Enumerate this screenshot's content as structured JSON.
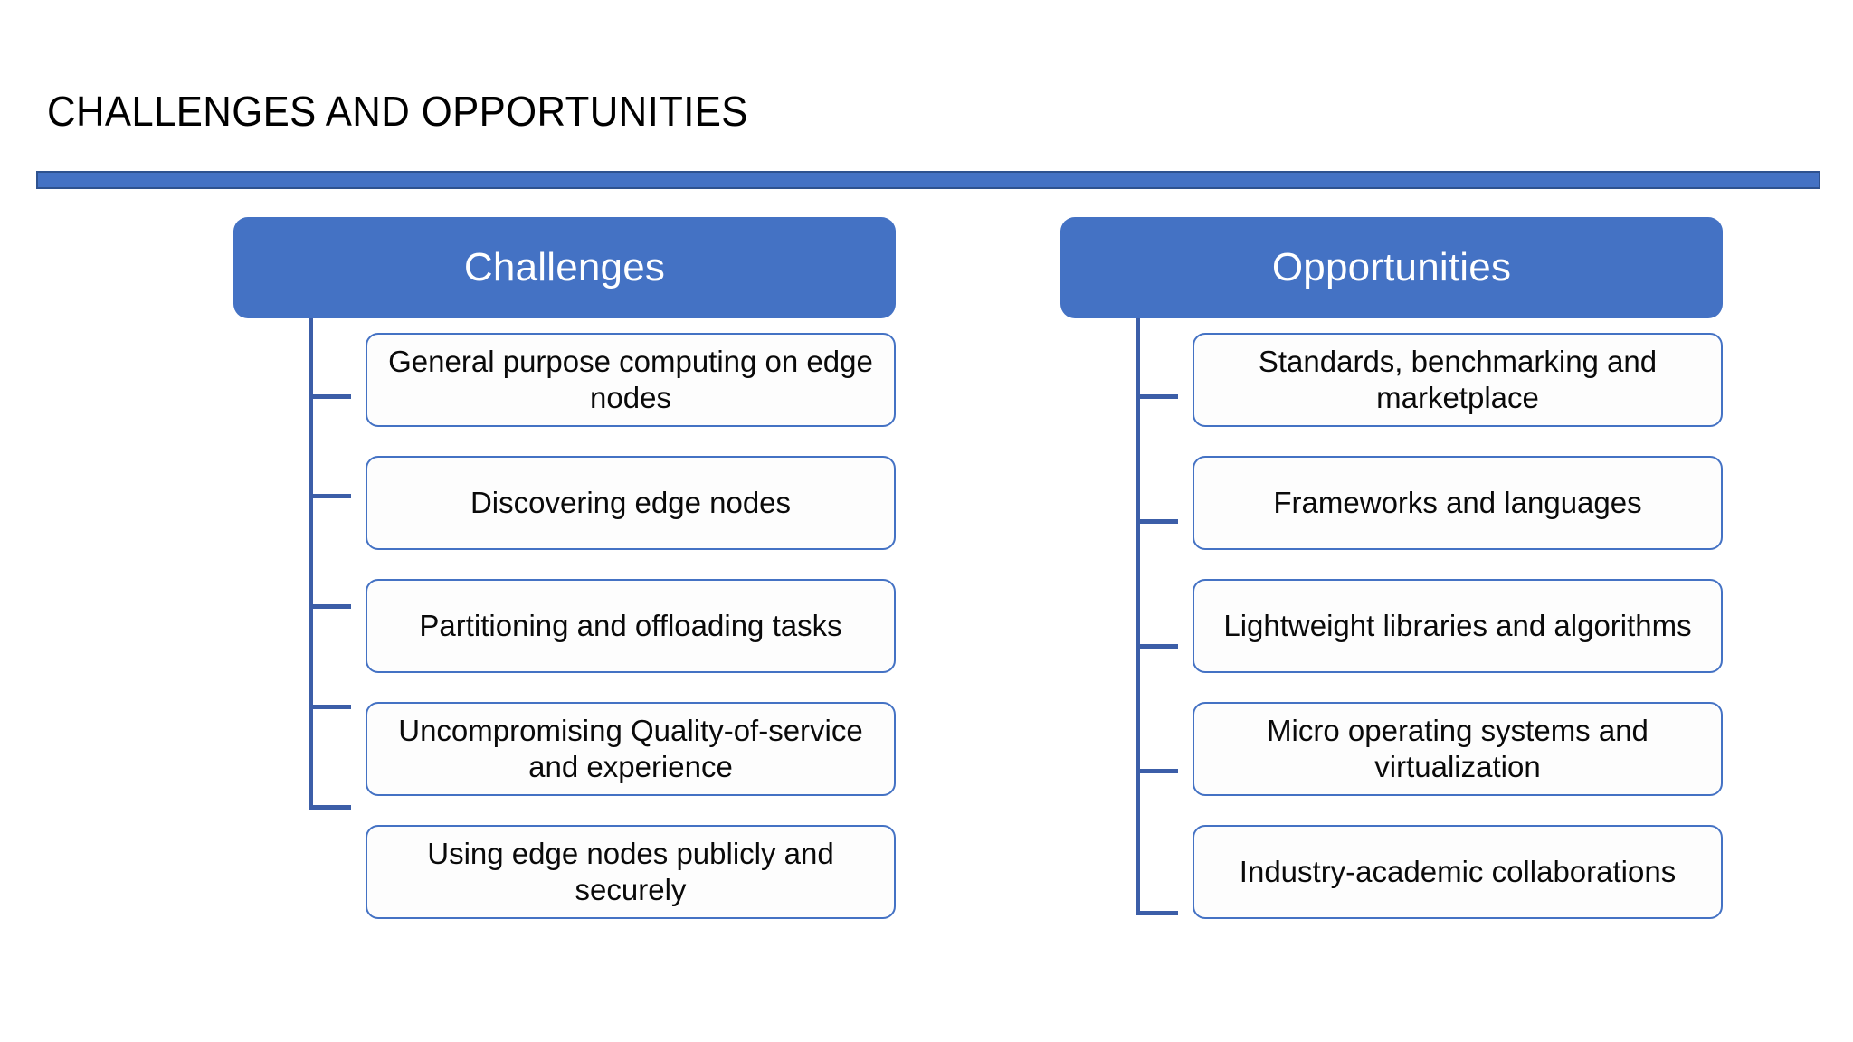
{
  "slide": {
    "title": "CHALLENGES AND OPPORTUNITIES",
    "accent_color": "#4472C4",
    "accent_border_color": "#2E528F",
    "connector_color": "#3C5EA8",
    "box_border_color": "#4472C4",
    "background_color": "#FFFFFF",
    "title_color": "#000000",
    "header_text_color": "#FFFFFF",
    "body_text_color": "#0A0A0A"
  },
  "columns": [
    {
      "id": "challenges",
      "header": "Challenges",
      "items": [
        {
          "label": "General purpose computing on edge nodes"
        },
        {
          "label": "Discovering edge nodes"
        },
        {
          "label": "Partitioning and offloading tasks"
        },
        {
          "label": "Uncompromising Quality-of-service and experience"
        },
        {
          "label": "Using edge nodes publicly and securely"
        }
      ]
    },
    {
      "id": "opportunities",
      "header": "Opportunities",
      "items": [
        {
          "label": "Standards, benchmarking and marketplace"
        },
        {
          "label": "Frameworks and languages"
        },
        {
          "label": "Lightweight libraries and algorithms"
        },
        {
          "label": "Micro operating systems and virtualization"
        },
        {
          "label": "Industry-academic collaborations"
        }
      ]
    }
  ]
}
